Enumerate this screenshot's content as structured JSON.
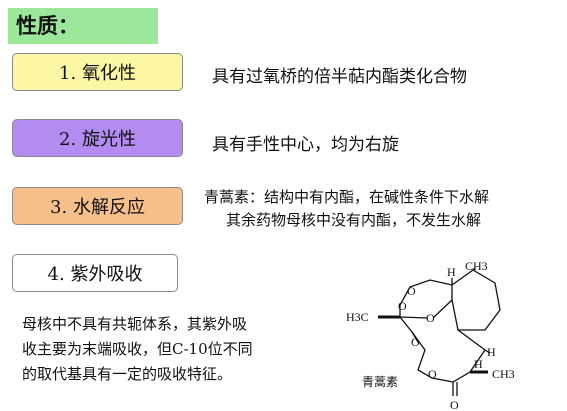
{
  "title": "性质：",
  "items": [
    {
      "label": "1. 氧化性",
      "desc": "具有过氧桥的倍半萜内酯类化合物"
    },
    {
      "label": "2. 旋光性",
      "desc": "具有手性中心，均为右旋"
    },
    {
      "label": "3. 水解反应",
      "desc_line1": "青蒿素：结构中有内酯，在碱性条件下水解",
      "desc_line2": "其余药物母核中没有内酯，不发生水解"
    },
    {
      "label": "4. 紫外吸收"
    }
  ],
  "uv_text": [
    "母核中不具有共轭体系，其紫外吸",
    "收主要为末端吸收，但C-10位不同",
    "的取代基具有一定的吸收特征。"
  ],
  "molecule": {
    "name": "青蒿素",
    "labels": {
      "ch3_top": "CH3",
      "h_top": "H",
      "h3c_left": "H3C",
      "o1": "O",
      "o2": "O",
      "o3": "O",
      "o4": "O",
      "o5": "O",
      "h_right": "H",
      "h_bottom": "H",
      "ch3_right": "CH3",
      "o_carbonyl": "O"
    }
  },
  "colors": {
    "title_bg": "#9be89b",
    "item1_bg": "#fbf7a3",
    "item2_bg": "#b28cf0",
    "item3_bg": "#f7bf8a",
    "item4_bg": "#ffffff"
  }
}
